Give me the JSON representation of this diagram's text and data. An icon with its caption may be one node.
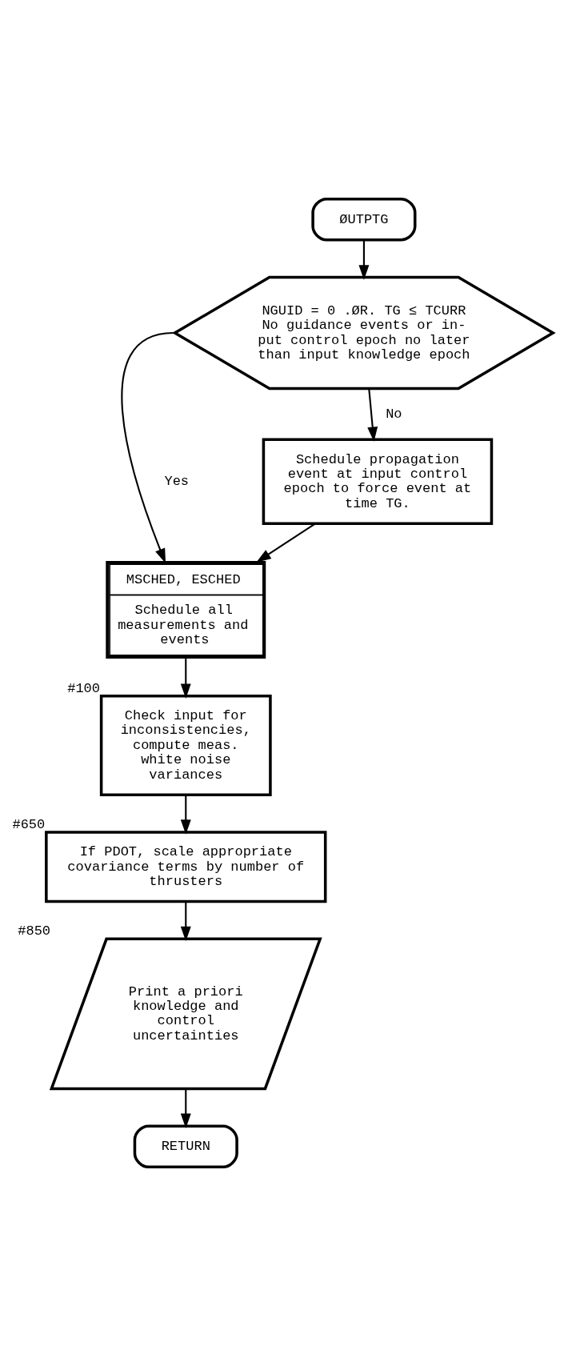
{
  "diagram": {
    "nodes": [
      {
        "text": [
          "ØUTPTG"
        ]
      },
      {
        "text": [
          "NGUID = 0 .ØR. TG ≤ TCURR",
          "No guidance events or in-put control epoch no later than input knowledge epoch"
        ]
      },
      {
        "text": [
          "Schedule propagation event at input control epoch to force event at time TG."
        ]
      },
      {
        "text": [
          "MSCHED, ESCHED",
          "Schedule all measurements and events"
        ]
      },
      {
        "text": [
          "Check input for inconsistencies, compute meas. white noise variances"
        ],
        "beside": [
          "#100"
        ]
      },
      {
        "text": [
          "If PDOT, scale appropriate covariance terms by number of thrusters"
        ],
        "beside": [
          "#650"
        ]
      },
      {
        "text": [
          "Print a priori knowledge and control uncertainties"
        ],
        "beside": [
          "#850"
        ]
      },
      {
        "text": [
          "RETURN"
        ]
      }
    ],
    "edges": [
      {
        "from": 0,
        "to": 1,
        "arrow": "to"
      },
      {
        "from": 1,
        "to": 2,
        "arrow": "to",
        "label": "No"
      },
      {
        "from": 1,
        "to": 3,
        "arrow": "to",
        "label": "Yes"
      },
      {
        "from": 2,
        "to": 3,
        "arrow": "to"
      },
      {
        "from": 3,
        "to": 4,
        "arrow": "to"
      },
      {
        "from": 4,
        "to": 5,
        "arrow": "to"
      },
      {
        "from": 5,
        "to": 6,
        "arrow": "to"
      },
      {
        "from": 6,
        "to": 7,
        "arrow": "to"
      }
    ]
  }
}
